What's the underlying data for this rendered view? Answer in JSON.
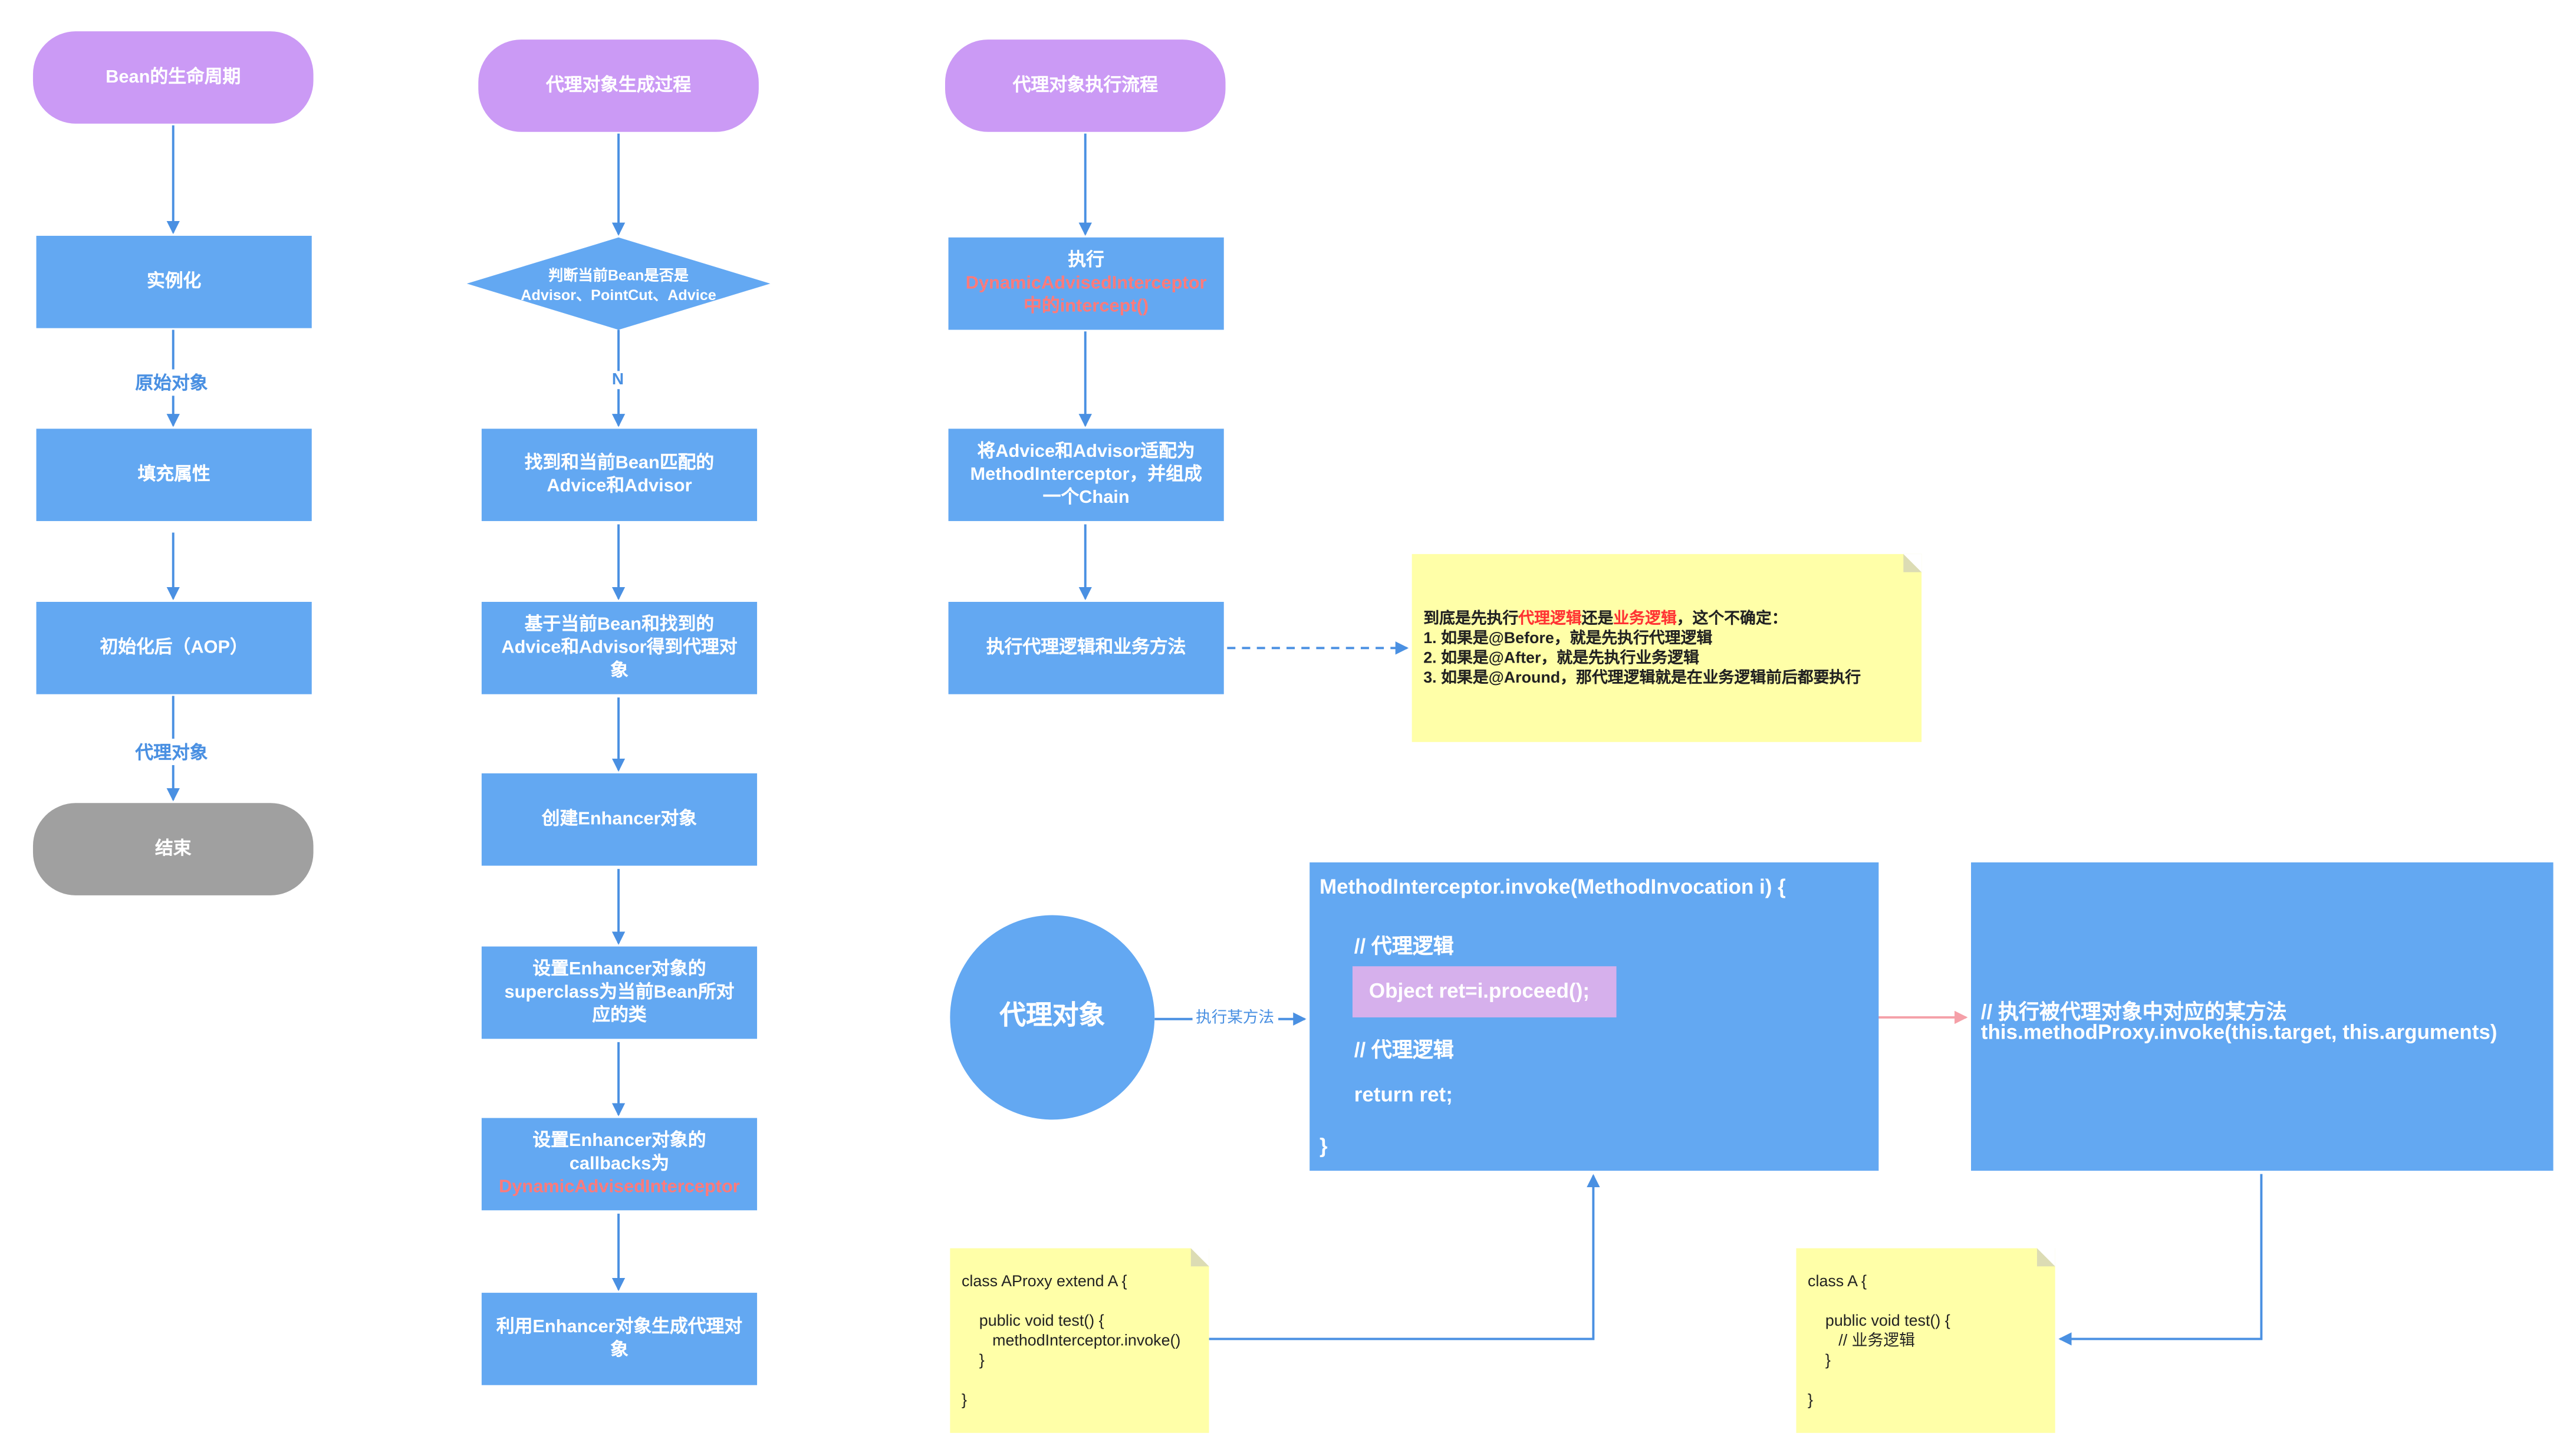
{
  "col1": {
    "title": "Bean的生命周期",
    "steps": [
      "实例化",
      "填充属性",
      "初始化后（AOP）"
    ],
    "edge_labels": [
      "原始对象",
      "代理对象"
    ],
    "end": "结束"
  },
  "col2": {
    "title": "代理对象生成过程",
    "decision": [
      "判断当前Bean是否是",
      "Advisor、PointCut、Advice"
    ],
    "decision_no": "N",
    "steps": [
      [
        "找到和当前Bean匹配的",
        "Advice和Advisor"
      ],
      [
        "基于当前Bean和找到的",
        "Advice和Advisor得到代理对",
        "象"
      ],
      [
        "创建Enhancer对象"
      ],
      [
        "设置Enhancer对象的",
        "superclass为当前Bean所对",
        "应的类"
      ],
      [
        "设置Enhancer对象的",
        "callbacks为"
      ],
      [
        "利用Enhancer对象生成代理对",
        "象"
      ]
    ],
    "callbacks_highlight": "DynamicAdvisedInterceptor"
  },
  "col3": {
    "title": "代理对象执行流程",
    "step1": [
      "执行",
      "DynamicAdvisedInterceptor",
      "中的intercept()"
    ],
    "step2": [
      "将Advice和Advisor适配为",
      "MethodInterceptor，并组成",
      "一个Chain"
    ],
    "step3": "执行代理逻辑和业务方法"
  },
  "note_logic": {
    "line1_a": "到底是先执行",
    "line1_b": "代理逻辑",
    "line1_c": "还是",
    "line1_d": "业务逻辑",
    "line1_e": "，这个不确定：",
    "line2": "1. 如果是@Before，就是先执行代理逻辑",
    "line3": "2. 如果是@After，就是先执行业务逻辑",
    "line4": "3. 如果是@Around，那代理逻辑就是在业务逻辑前后都要执行"
  },
  "proxy_circle": "代理对象",
  "edge_exec": "执行某方法",
  "invoke_box": {
    "line1": "MethodInterceptor.invoke(MethodInvocation i) {",
    "line2": "// 代理逻辑",
    "highlight": "Object ret=i.proceed();",
    "line3": "// 代理逻辑",
    "line4": "return ret;",
    "line5": "}"
  },
  "target_box": {
    "line1": "// 执行被代理对象中对应的某方法",
    "line2": "this.methodProxy.invoke(this.target, this.arguments)"
  },
  "note_proxy": {
    "lines": [
      "class AProxy extend A {",
      "",
      "    public void test() {",
      "       methodInterceptor.invoke()",
      "    }",
      "",
      "}"
    ]
  },
  "note_a": {
    "lines": [
      "class A {",
      "",
      "    public void test() {",
      "       // 业务逻辑",
      "    }",
      "",
      "}"
    ]
  },
  "colors": {
    "box": "#63a8f2",
    "pill": "#cb9af5",
    "end": "#a0a0a0",
    "note": "#ffffa8",
    "highlight_red": "#ff7a7a",
    "highlight_block": "#d6b0ec",
    "arrow": "#4a90e2",
    "pink_arrow": "#f5a0a8"
  }
}
